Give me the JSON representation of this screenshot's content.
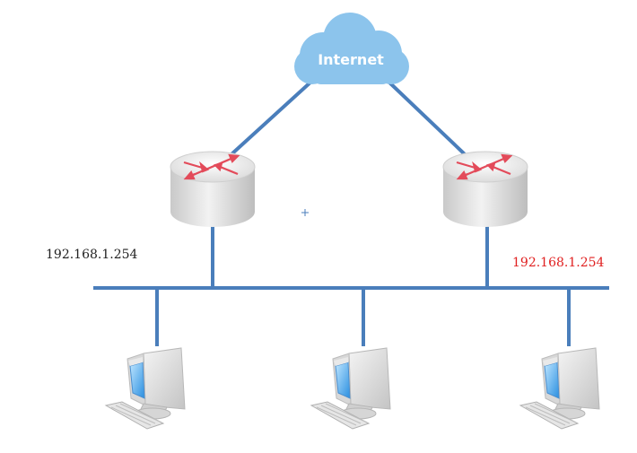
{
  "cloud": {
    "label": "Internet"
  },
  "routers": [
    {
      "ip": "192.168.1.254",
      "ip_color": "#222222"
    },
    {
      "ip": "192.168.1.254",
      "ip_color": "#e02020"
    }
  ],
  "colors": {
    "link": "#4a7ebb",
    "cloud": "#8cc4ec",
    "router_arrows": "#e34b5a",
    "router_body": "#dcdcdc"
  },
  "icons": {
    "cloud": "cloud-icon",
    "router": "router-icon",
    "computer": "computer-icon"
  },
  "computers": [
    {
      "id": "pc-1"
    },
    {
      "id": "pc-2"
    },
    {
      "id": "pc-3"
    }
  ]
}
